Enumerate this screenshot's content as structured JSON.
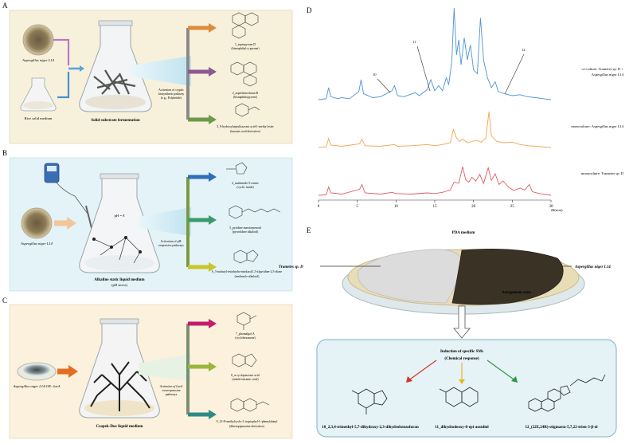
{
  "panels": {
    "A": {
      "letter": "A",
      "fungus": "Aspergillus niger L14",
      "medium": "Rice solid medium",
      "process": "Solid-substrate fermentation",
      "activation": [
        "Activation of cryptic",
        "biosynthetic pathway",
        "(e.g., Polyketide)"
      ],
      "products": [
        {
          "name": "1_asperpyrone D",
          "cls": "(bisnaphthyl-γ-pyrone)"
        },
        {
          "name": "2_asperbenzofuran B",
          "cls": "(bisnaphthopyrone)"
        },
        {
          "name": "3_9-hydroxyheptyltiazonic acid-1-methyl ester",
          "cls": "(tiazonic acid derivative)"
        }
      ]
    },
    "B": {
      "letter": "B",
      "ph": "pH = 8",
      "fungus": "Aspergillus niger L14",
      "medium": [
        "Alkaline static liquid medium",
        "(pH stress)"
      ],
      "activation": [
        "Activation of pH-",
        "responsive pathways"
      ],
      "products": [
        {
          "name": "4_maleimide-5-oxime",
          "cls": "(cyclic imide)"
        },
        {
          "name": "5_pyridine meroterpenoid",
          "cls": "(pyrrolidine alkaloid)"
        },
        {
          "name": "6_3-isobutyl-tetrahydro-imidazo[1,5-a]pyridine-2,5-dione",
          "cls": "(imidazole alkaloid)"
        }
      ]
    },
    "C": {
      "letter": "C",
      "fungus": "Aspergillus niger L14-OE::laeA",
      "medium": "Czapek-Dox liquid medium",
      "activation": [
        "Activation of LaeA",
        "overexpression",
        "pathways"
      ],
      "products": [
        {
          "name": "7_phomalgol A",
          "cls": "(cyclohexanone)"
        },
        {
          "name": "8_α-cyclopiazonic acid",
          "cls": "(indole-tetramic acid)"
        },
        {
          "name": "9_12-N-methylcyclo-L-tryptophyl-L-phenylalanyl",
          "cls": "(diketopiperazine derivative)"
        }
      ]
    },
    "D": {
      "letter": "D",
      "labels": [
        "10",
        "11",
        "12"
      ],
      "traces": [
        {
          "label": "co-culture: Trametes sp. D +",
          "label2": "Aspergillus niger L14",
          "color": "#4f93d6"
        },
        {
          "label": "monoculture: Aspergillus niger L14",
          "label2": "",
          "color": "#f0a550"
        },
        {
          "label": "monoculture: Trametes sp. D",
          "label2": "",
          "color": "#e35b62"
        }
      ],
      "axis_label": "tR(min)"
    },
    "E": {
      "letter": "E",
      "medium": "PDA medium",
      "left": "Trametes sp. D",
      "right": "Aspergillus niger L14",
      "zone": "Antagonism zone",
      "induction": [
        "Induction of specific SMs",
        "(Chemical response)"
      ],
      "compounds": [
        "10_2,3,4-trimethyl-5,7-dihydroxy-2,3-dihydrobenzofuran",
        "11_dihydrodeoxy-8-epi-austdiol",
        "12_(22E,24R)-stigmasta-5,7,22-trien-3-β-ol"
      ]
    }
  },
  "chart_data": {
    "type": "line",
    "title": "",
    "xlabel": "tR(min)",
    "xlim": [
      0,
      30
    ],
    "x_ticks": [
      0,
      5,
      10,
      15,
      20,
      25,
      30
    ],
    "series": [
      {
        "name": "co-culture: Trametes sp. D + Aspergillus niger L14",
        "points": [
          [
            0,
            0
          ],
          [
            1,
            1
          ],
          [
            1.3,
            12
          ],
          [
            1.6,
            3
          ],
          [
            2.5,
            1
          ],
          [
            3,
            2
          ],
          [
            4,
            1
          ],
          [
            5.2,
            8
          ],
          [
            5.5,
            20
          ],
          [
            5.8,
            6
          ],
          [
            7,
            2
          ],
          [
            8,
            3
          ],
          [
            9.5,
            9
          ],
          [
            9.8,
            14
          ],
          [
            10.2,
            4
          ],
          [
            11,
            3
          ],
          [
            12.5,
            7
          ],
          [
            13,
            4
          ],
          [
            14,
            10
          ],
          [
            14.5,
            20
          ],
          [
            15,
            9
          ],
          [
            15.5,
            14
          ],
          [
            16,
            9
          ],
          [
            16.5,
            22
          ],
          [
            16.8,
            15
          ],
          [
            17.2,
            38
          ],
          [
            17.5,
            92
          ],
          [
            17.8,
            45
          ],
          [
            18.1,
            60
          ],
          [
            18.4,
            35
          ],
          [
            18.8,
            62
          ],
          [
            19.2,
            40
          ],
          [
            19.6,
            55
          ],
          [
            20,
            30
          ],
          [
            20.5,
            26
          ],
          [
            20.9,
            82
          ],
          [
            21.3,
            40
          ],
          [
            21.8,
            22
          ],
          [
            22.3,
            12
          ],
          [
            22.8,
            18
          ],
          [
            23.2,
            8
          ],
          [
            24,
            6
          ],
          [
            25,
            4
          ],
          [
            26,
            5
          ],
          [
            27,
            3
          ],
          [
            28,
            2
          ],
          [
            29,
            1
          ],
          [
            30,
            0
          ]
        ]
      },
      {
        "name": "monoculture: Aspergillus niger L14",
        "points": [
          [
            0,
            0
          ],
          [
            1,
            1
          ],
          [
            1.3,
            15
          ],
          [
            1.6,
            4
          ],
          [
            3,
            2
          ],
          [
            5.3,
            6
          ],
          [
            5.6,
            14
          ],
          [
            6,
            3
          ],
          [
            8,
            2
          ],
          [
            9.8,
            5
          ],
          [
            10.2,
            2
          ],
          [
            12,
            3
          ],
          [
            14,
            5
          ],
          [
            15,
            3
          ],
          [
            16,
            5
          ],
          [
            17,
            8
          ],
          [
            17.4,
            30
          ],
          [
            17.8,
            16
          ],
          [
            18.2,
            10
          ],
          [
            18.6,
            14
          ],
          [
            19.2,
            8
          ],
          [
            19.8,
            10
          ],
          [
            20.4,
            12
          ],
          [
            21,
            9
          ],
          [
            21.6,
            16
          ],
          [
            22,
            60
          ],
          [
            22.3,
            20
          ],
          [
            23,
            10
          ],
          [
            24,
            8
          ],
          [
            25,
            9
          ],
          [
            26,
            5
          ],
          [
            27,
            3
          ],
          [
            28,
            2
          ],
          [
            30,
            0
          ]
        ]
      },
      {
        "name": "monoculture: Trametes sp. D",
        "points": [
          [
            0,
            0
          ],
          [
            1,
            1
          ],
          [
            1.3,
            14
          ],
          [
            1.6,
            4
          ],
          [
            3,
            2
          ],
          [
            5.3,
            10
          ],
          [
            5.6,
            18
          ],
          [
            6,
            4
          ],
          [
            8,
            2
          ],
          [
            9.5,
            5
          ],
          [
            10,
            3
          ],
          [
            12,
            2
          ],
          [
            14,
            4
          ],
          [
            15,
            3
          ],
          [
            16,
            5
          ],
          [
            17,
            9
          ],
          [
            17.5,
            22
          ],
          [
            18.1,
            20
          ],
          [
            18.6,
            48
          ],
          [
            19,
            26
          ],
          [
            19.4,
            22
          ],
          [
            19.8,
            30
          ],
          [
            20.3,
            24
          ],
          [
            20.8,
            35
          ],
          [
            21.3,
            20
          ],
          [
            21.9,
            46
          ],
          [
            22.3,
            25
          ],
          [
            22.8,
            36
          ],
          [
            23.3,
            18
          ],
          [
            23.8,
            24
          ],
          [
            24.5,
            14
          ],
          [
            25.2,
            8
          ],
          [
            26,
            12
          ],
          [
            26.6,
            9
          ],
          [
            27.2,
            18
          ],
          [
            27.6,
            6
          ],
          [
            28.5,
            3
          ],
          [
            30,
            0
          ]
        ]
      }
    ]
  }
}
